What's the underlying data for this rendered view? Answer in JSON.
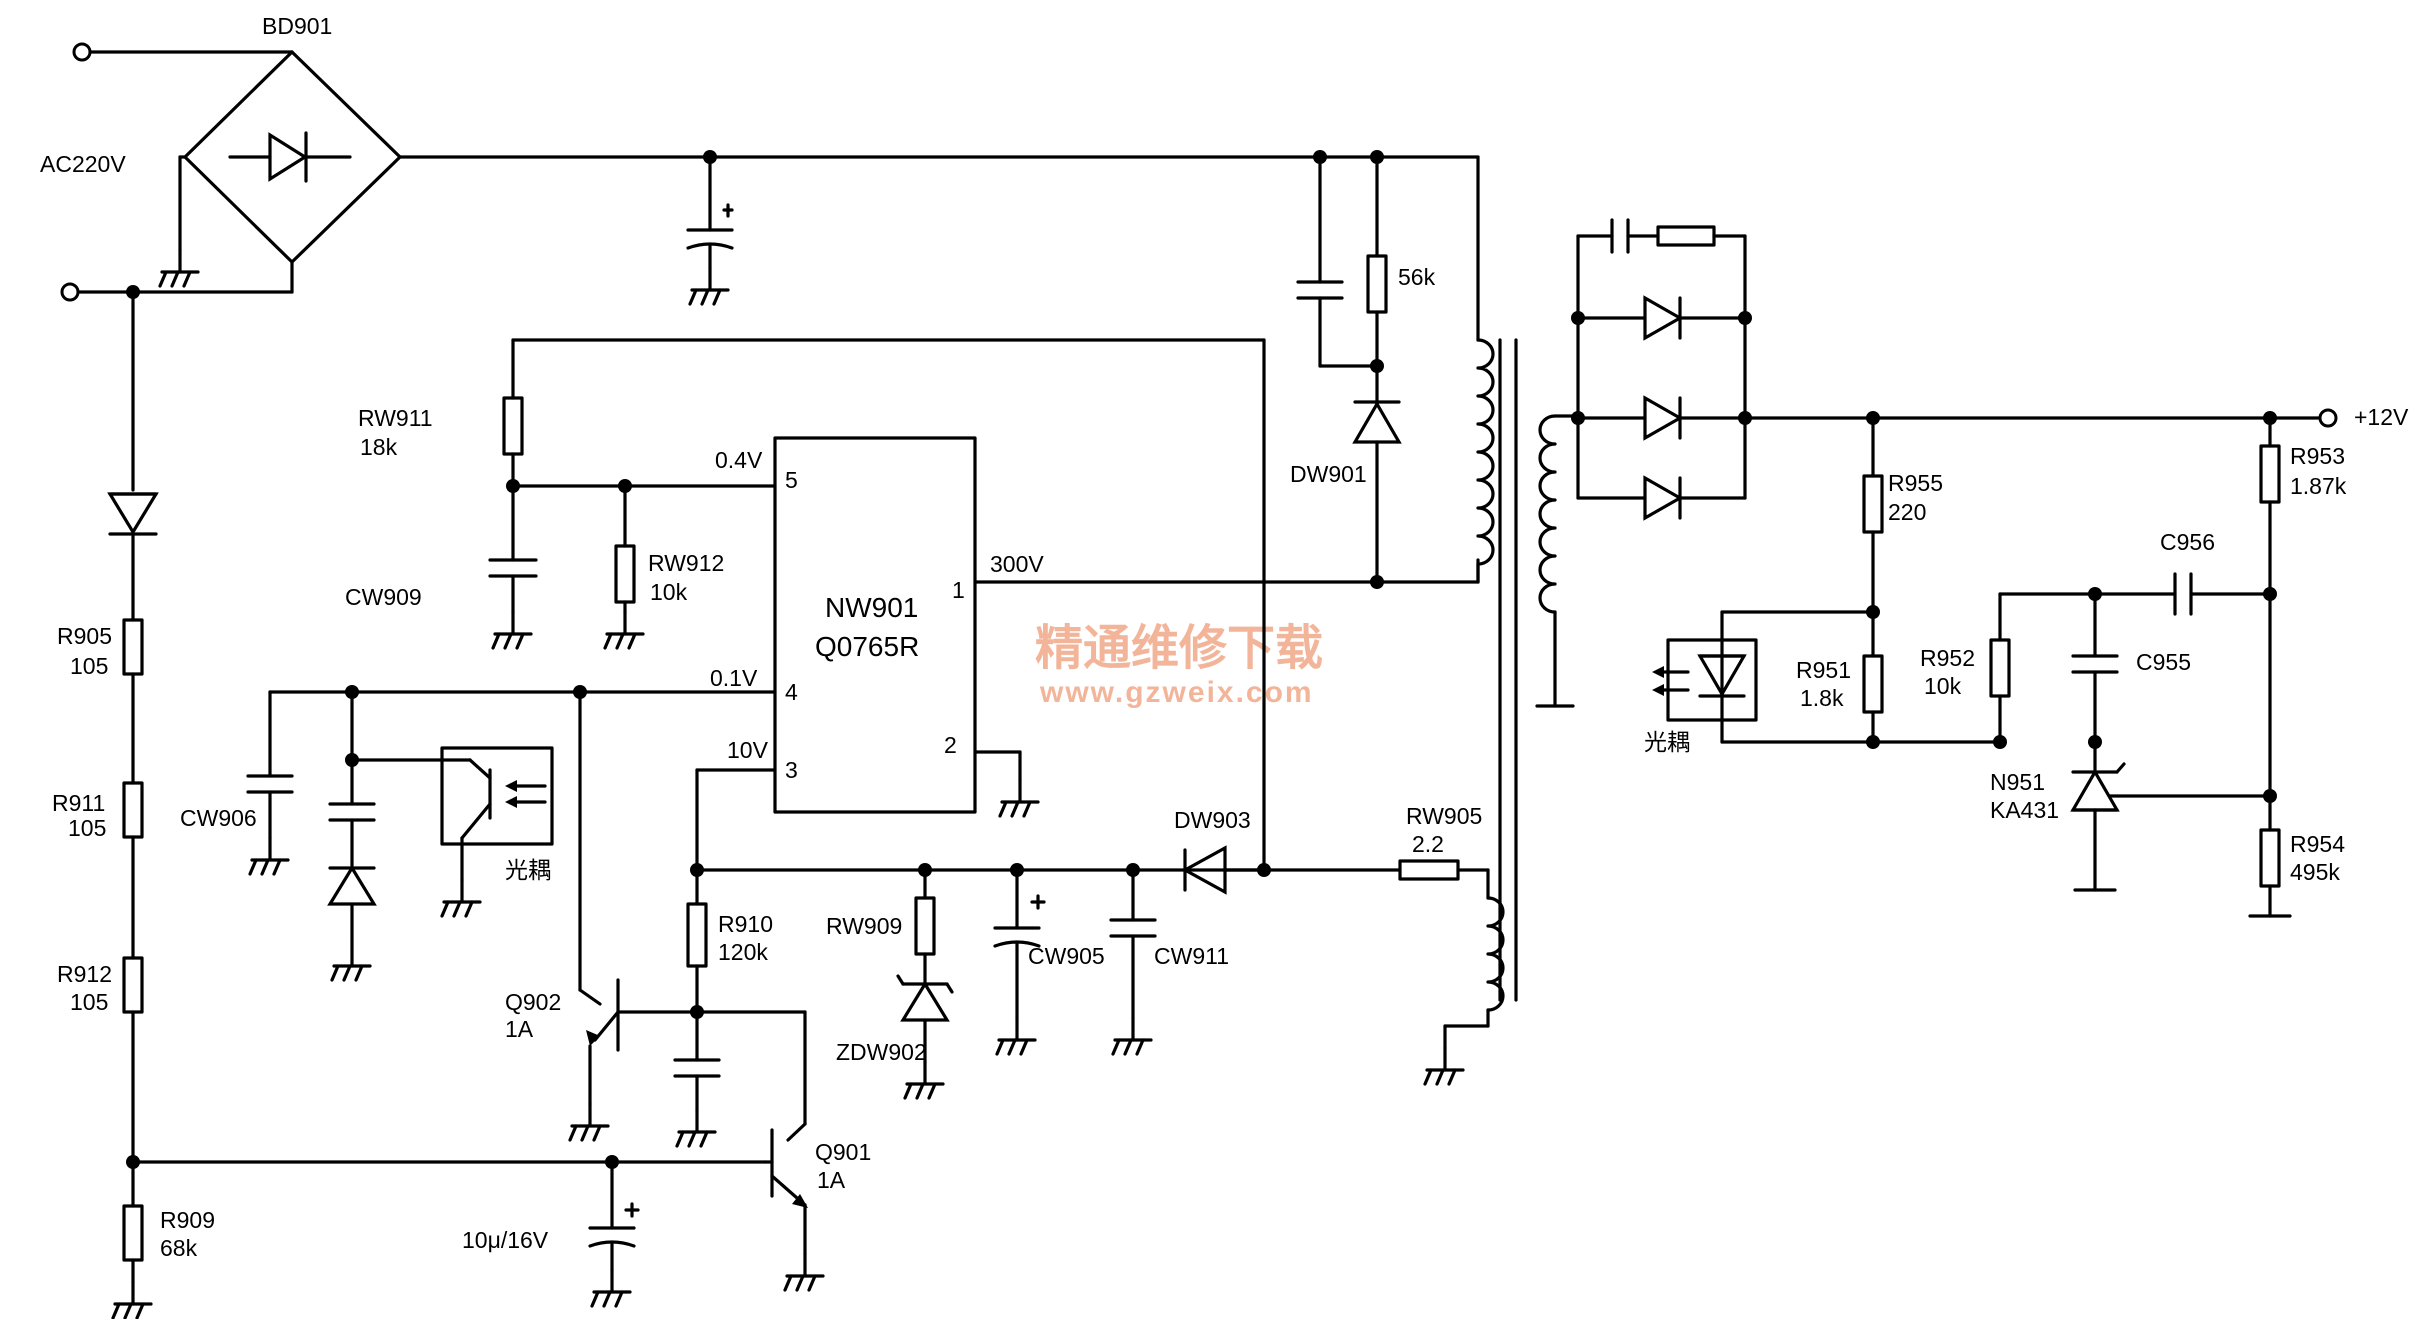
{
  "diagram": {
    "watermark": {
      "cn": "精通维修下载",
      "url": "www.gzweix.com"
    },
    "terminals": {
      "ac_input": "AC220V",
      "output": "+12V"
    },
    "ic": {
      "ref": "NW901",
      "part": "Q0765R",
      "pin1": "1",
      "pin2": "2",
      "pin3": "3",
      "pin4": "4",
      "pin5": "5"
    },
    "voltages": {
      "pin5": "0.4V",
      "pin4": "0.1V",
      "pin3": "10V",
      "pin1": "300V"
    },
    "labels": {
      "bd901": "BD901",
      "rw911": "RW911",
      "rw911_val": "18k",
      "rw912": "RW912",
      "rw912_val": "10k",
      "cw909": "CW909",
      "cw906": "CW906",
      "opto_primary": "光耦",
      "r905": "R905",
      "r905_val": "105",
      "r911": "R911",
      "r911_val": "105",
      "r912": "R912",
      "r912_val": "105",
      "r909": "R909",
      "r909_val": "68k",
      "r56k": "56k",
      "dw901": "DW901",
      "dw903": "DW903",
      "rw905": "RW905",
      "rw905_val": "2.2",
      "r910": "R910",
      "r910_val": "120k",
      "rw909": "RW909",
      "zdw902": "ZDW902",
      "cw905": "CW905",
      "cw911": "CW911",
      "q902": "Q902",
      "q902_val": "1A",
      "q901": "Q901",
      "q901_val": "1A",
      "cap_10u": "10μ/16V",
      "r955": "R955",
      "r955_val": "220",
      "r951": "R951",
      "r951_val": "1.8k",
      "r952": "R952",
      "r952_val": "10k",
      "r953": "R953",
      "r953_val": "1.87k",
      "r954": "R954",
      "r954_val": "495k",
      "c956": "C956",
      "c955": "C955",
      "n951": "N951",
      "n951_val": "KA431",
      "opto_secondary": "光耦"
    }
  }
}
